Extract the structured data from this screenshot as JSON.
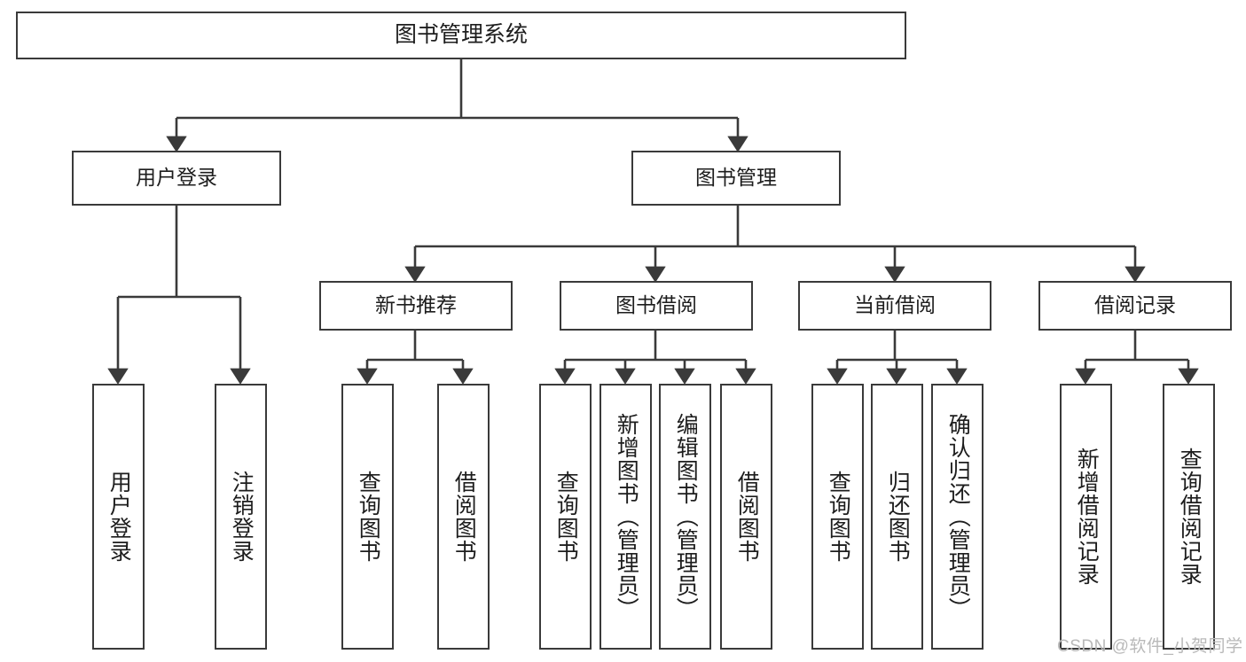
{
  "diagram": {
    "title": "图书管理系统",
    "type": "hierarchy-tree",
    "orientation": "top-down",
    "levels": 4,
    "colors": {
      "box_border": "#3a3a3a",
      "box_fill": "#ffffff",
      "edge": "#3a3a3a",
      "text": "#1d1d1d",
      "watermark": "#b9b9b9",
      "canvas": "#ffffff"
    }
  },
  "nodes": {
    "root": {
      "label": "图书管理系统"
    },
    "level2": [
      {
        "label": "用户登录"
      },
      {
        "label": "图书管理"
      }
    ],
    "level3": [
      {
        "label": "新书推荐"
      },
      {
        "label": "图书借阅"
      },
      {
        "label": "当前借阅"
      },
      {
        "label": "借阅记录"
      }
    ],
    "leaves": {
      "user_login": [
        {
          "label": "用户登录"
        },
        {
          "label": "注销登录"
        }
      ],
      "new_book_recommend": [
        {
          "label": "查询图书"
        },
        {
          "label": "借阅图书"
        }
      ],
      "book_borrow": [
        {
          "label": "查询图书"
        },
        {
          "label": "新增图书（管理员）"
        },
        {
          "label": "编辑图书（管理员）"
        },
        {
          "label": "借阅图书"
        }
      ],
      "current_borrow": [
        {
          "label": "查询图书"
        },
        {
          "label": "归还图书"
        },
        {
          "label": "确认归还（管理员）"
        }
      ],
      "borrow_record": [
        {
          "label": "新增借阅记录"
        },
        {
          "label": "查询借阅记录"
        }
      ]
    }
  },
  "watermark": {
    "text": "CSDN @软件_小贺同学"
  }
}
